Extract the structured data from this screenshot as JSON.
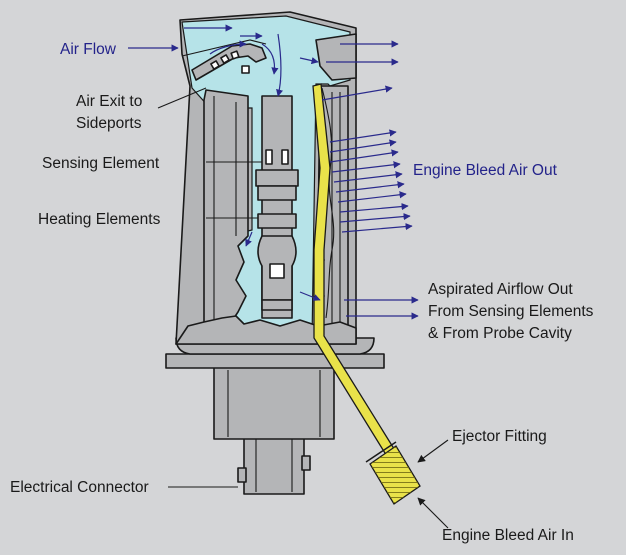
{
  "labels": {
    "air_flow": "Air Flow",
    "air_exit_line1": "Air Exit to",
    "air_exit_line2": "Sideports",
    "sensing_element": "Sensing Element",
    "heating_elements": "Heating Elements",
    "engine_bleed_out": "Engine Bleed Air Out",
    "aspirated_line1": "Aspirated Airflow Out",
    "aspirated_line2": "From Sensing Elements",
    "aspirated_line3": "& From Probe Cavity",
    "ejector_fitting": "Ejector Fitting",
    "electrical_connector": "Electrical Connector",
    "engine_bleed_in": "Engine Bleed Air In"
  },
  "colors": {
    "background": "#d4d5d7",
    "metal": "#b4b5b7",
    "metal_dark": "#8c8d8f",
    "airflow_cavity": "#b6e3e8",
    "ejector_tube": "#e9e24a",
    "flow_arrow": "#2a2a8c",
    "label_blue": "#23238a"
  }
}
